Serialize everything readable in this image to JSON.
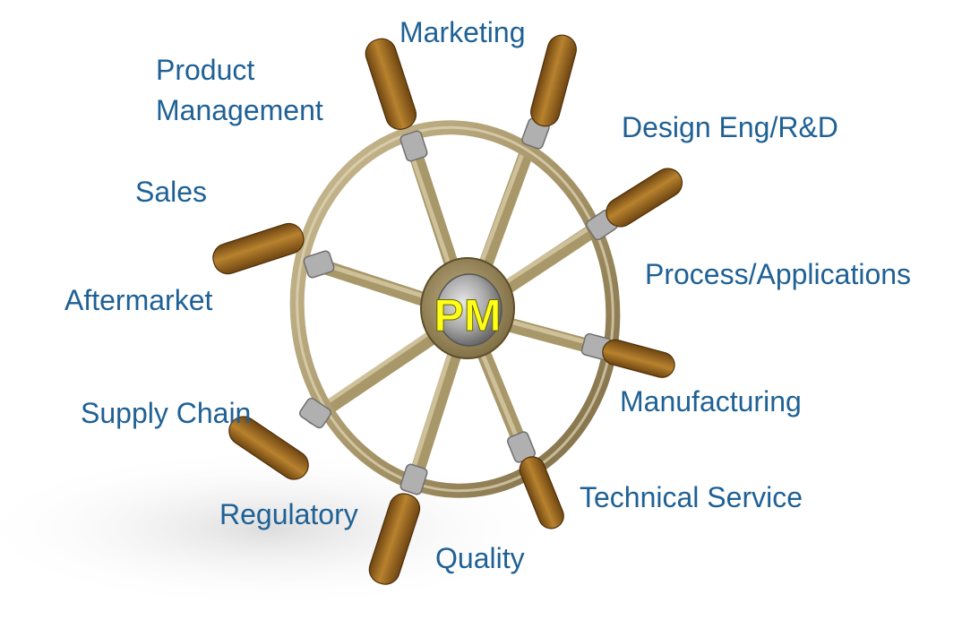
{
  "colors": {
    "label": "#1f6195",
    "hub_label": "#ffff1a",
    "wood": "#8a6a2f",
    "handle": "#9a6624",
    "metal": "#a8a8a8"
  },
  "hub": {
    "label": "PM"
  },
  "functions": {
    "marketing": "Marketing",
    "product_management": [
      "Product",
      "Management"
    ],
    "design_eng": "Design Eng/R&D",
    "sales": "Sales",
    "process_applications": "Process/Applications",
    "aftermarket": "Aftermarket",
    "supply_chain": "Supply Chain",
    "manufacturing": "Manufacturing",
    "technical_service": "Technical Service",
    "regulatory": "Regulatory",
    "quality": "Quality"
  }
}
